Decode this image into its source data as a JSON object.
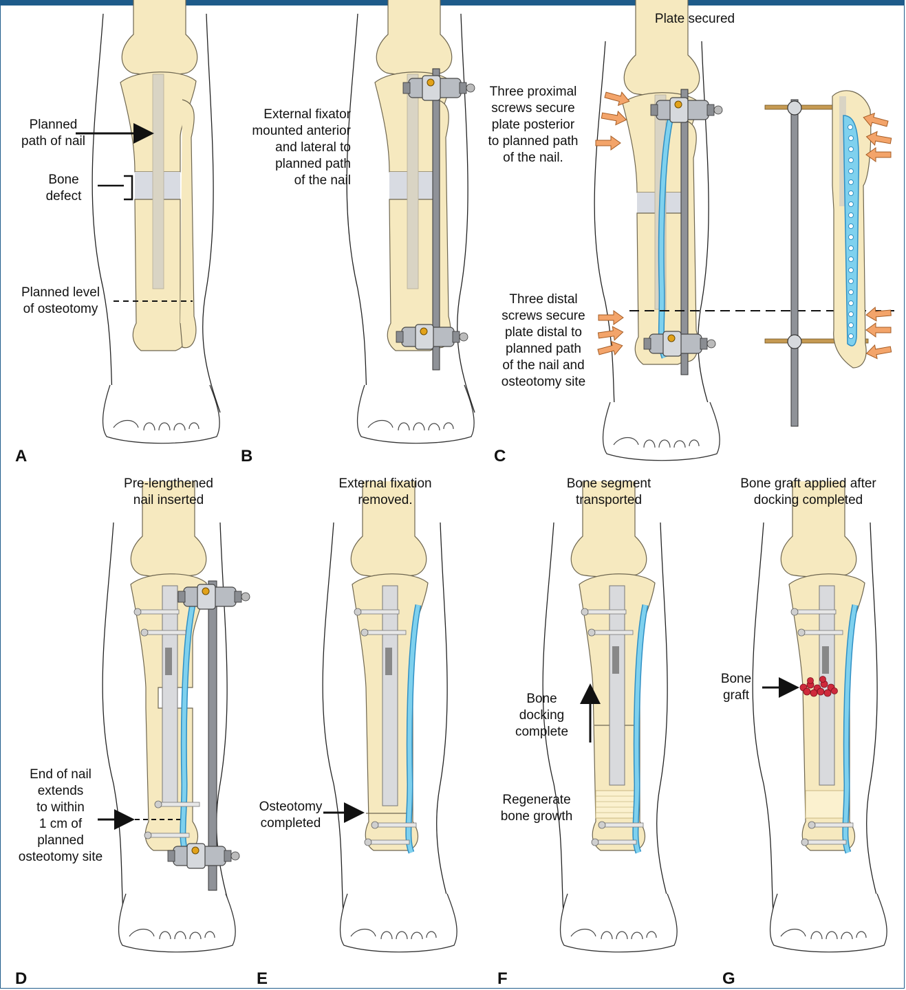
{
  "colors": {
    "bone": "#f6e9bf",
    "bone_stroke": "#6e6650",
    "nail_path": "#d9d4c4",
    "defect": "#d8dbe2",
    "plate": "#7fd1ee",
    "arrow_orange": "#f3a46a",
    "rod": "#8f9298",
    "graft": "#cf2a3c",
    "border": "#1e5b8a"
  },
  "panels": {
    "A": {
      "letter": "A",
      "nail_label": "Planned\npath of nail",
      "defect_label": "Bone\ndefect",
      "osteotomy_label": "Planned level\nof osteotomy"
    },
    "B": {
      "letter": "B",
      "fixator_label": "External fixator\nmounted anterior\nand lateral to\nplanned path\nof the nail"
    },
    "C": {
      "letter": "C",
      "title": "Plate secured",
      "proximal_label": "Three proximal\nscrews secure\nplate posterior\nto planned path\nof the nail.",
      "distal_label": "Three distal\nscrews secure\nplate distal to\nplanned path\nof the nail and\nosteotomy site"
    },
    "D": {
      "letter": "D",
      "title": "Pre-lengthened\nnail inserted",
      "nail_end_label": "End of nail\nextends\nto within\n1 cm of\nplanned\nosteotomy site"
    },
    "E": {
      "letter": "E",
      "title": "External fixation\nremoved.",
      "osteotomy_label": "Osteotomy\ncompleted"
    },
    "F": {
      "letter": "F",
      "title": "Bone segment\ntransported",
      "docking_label": "Bone\ndocking\ncomplete",
      "regenerate_label": "Regenerate\nbone growth"
    },
    "G": {
      "letter": "G",
      "title": "Bone graft applied after\ndocking completed",
      "graft_label": "Bone\ngraft"
    }
  }
}
